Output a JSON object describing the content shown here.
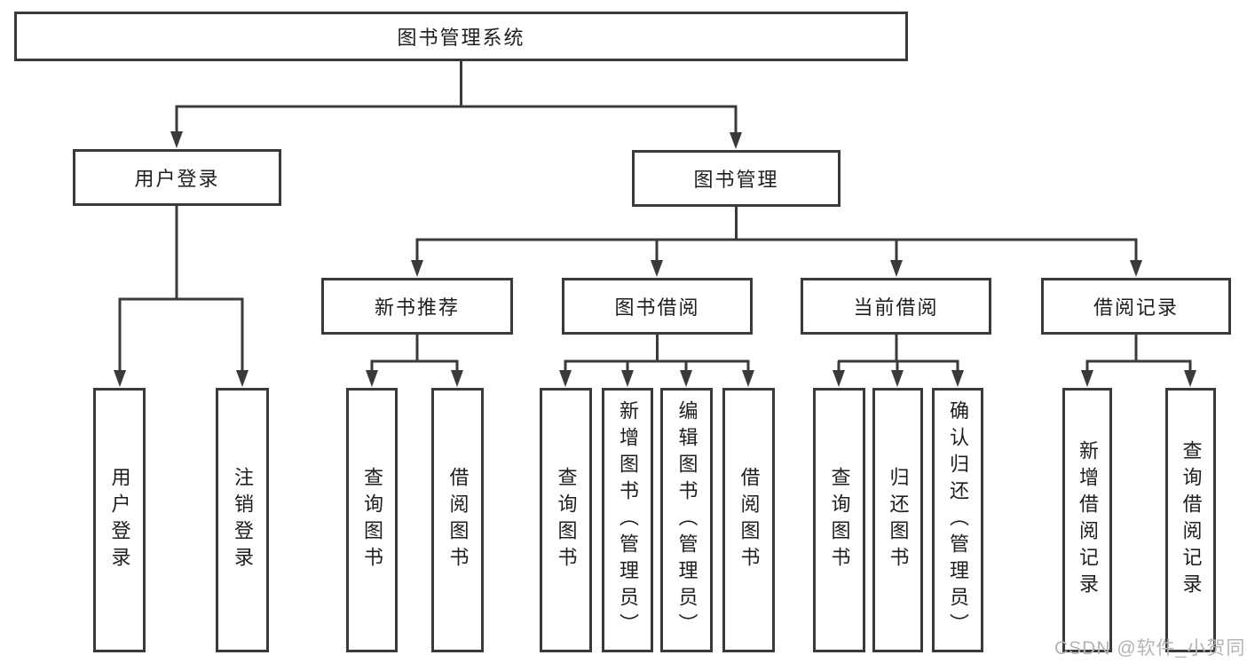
{
  "diagram": {
    "type": "hierarchy-tree",
    "background": "#ffffff",
    "line_color": "#3a3a3a",
    "text_color": "#1e1e1e",
    "watermark_color": "#b4b4b4",
    "tree": {
      "label": "图书管理系统",
      "children": [
        {
          "label": "用户登录",
          "children": [
            {
              "label": "用户登录"
            },
            {
              "label": "注销登录"
            }
          ]
        },
        {
          "label": "图书管理",
          "children": [
            {
              "label": "新书推荐",
              "children": [
                {
                  "label": "查询图书"
                },
                {
                  "label": "借阅图书"
                }
              ]
            },
            {
              "label": "图书借阅",
              "children": [
                {
                  "label": "查询图书"
                },
                {
                  "label": "新增图书（管理员）"
                },
                {
                  "label": "编辑图书（管理员）"
                },
                {
                  "label": "借阅图书"
                }
              ]
            },
            {
              "label": "当前借阅",
              "children": [
                {
                  "label": "查询图书"
                },
                {
                  "label": "归还图书"
                },
                {
                  "label": "确认归还（管理员）"
                }
              ]
            },
            {
              "label": "借阅记录",
              "children": [
                {
                  "label": "新增借阅记录"
                },
                {
                  "label": "查询借阅记录"
                }
              ]
            }
          ]
        }
      ]
    },
    "watermark": "CSDN @软件_小贺同学"
  }
}
